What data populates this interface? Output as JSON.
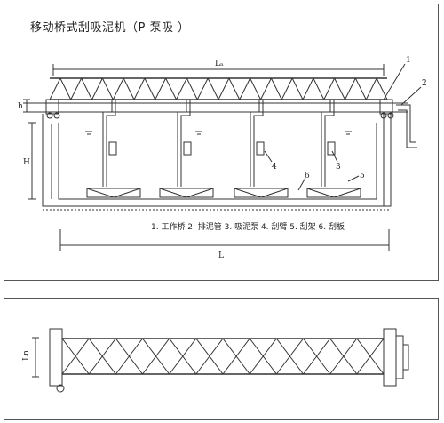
{
  "title": "移动桥式刮吸泥机（P  泵吸 ）",
  "legend": "1. 工作桥  2. 排泥管  3. 吸泥泵  4. 刮臂   5. 刮架   6. 刮板",
  "dims": {
    "ln": "Lₙ",
    "l": "L",
    "h_small": "h",
    "h_big": "H",
    "ln_side": "Ln"
  },
  "callouts": [
    "1",
    "2",
    "3",
    "4",
    "5",
    "6"
  ],
  "colors": {
    "line": "#333333"
  }
}
